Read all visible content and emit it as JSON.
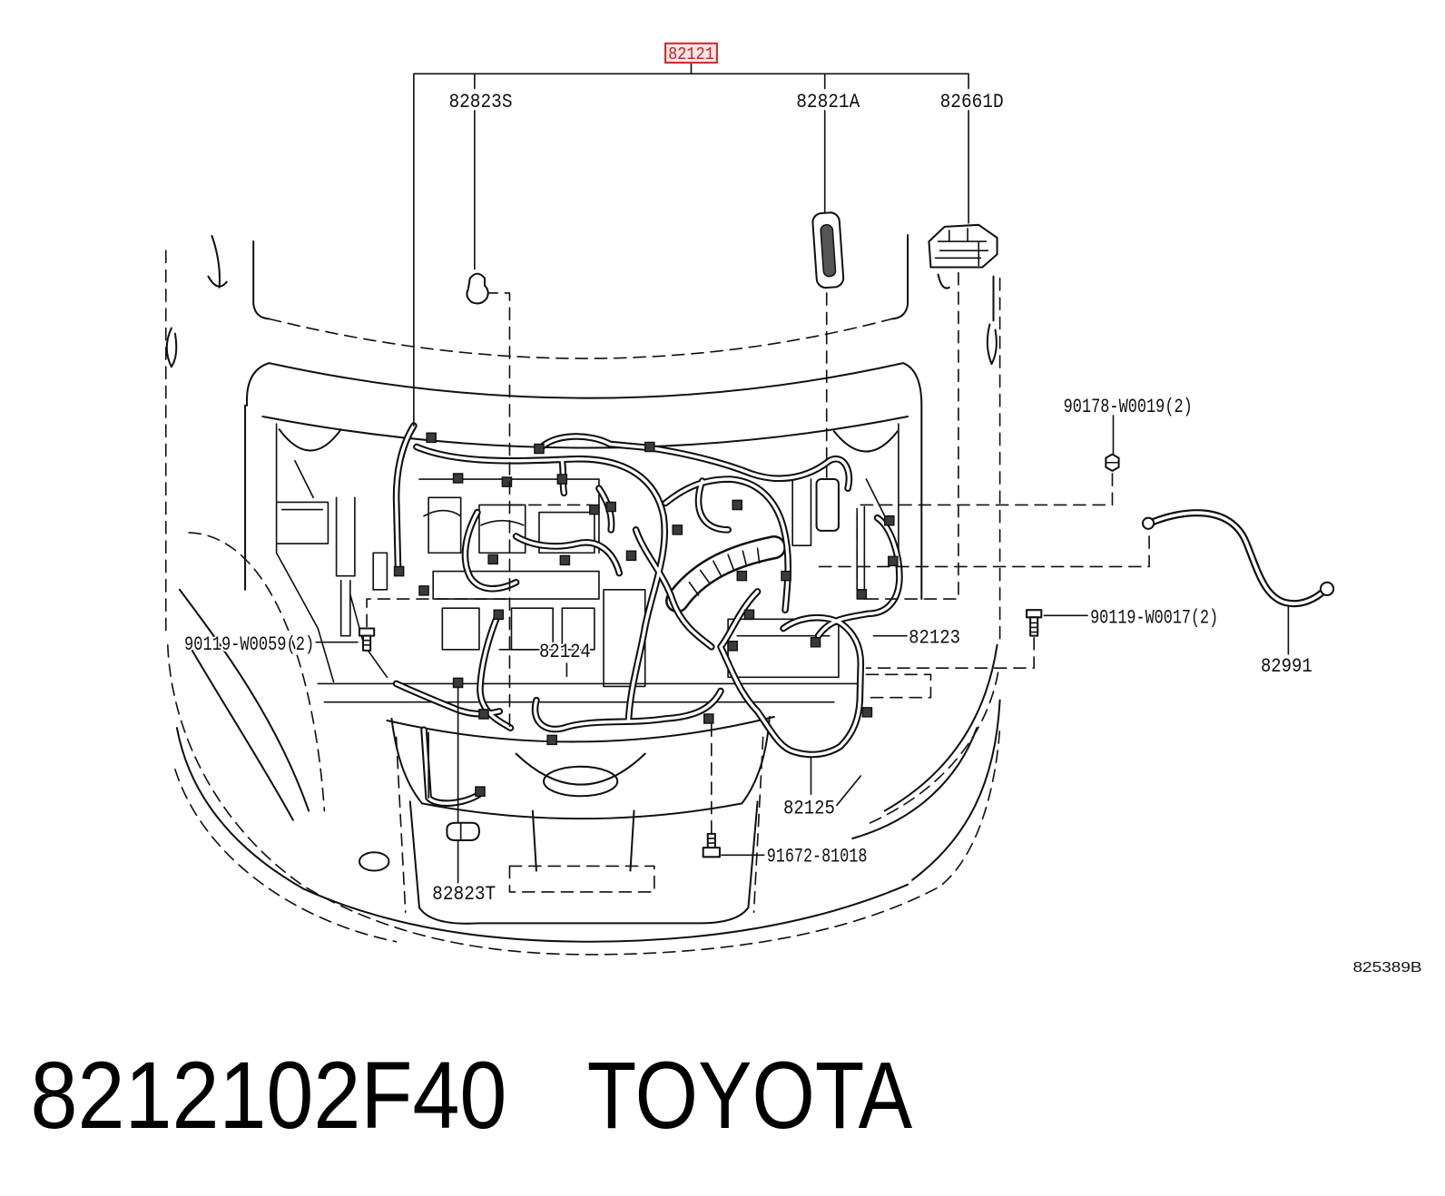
{
  "diagram": {
    "callouts": [
      "82121",
      "82823S",
      "82821A",
      "82661D",
      "90178-W0019(2)",
      "90119-W0017(2)",
      "82991",
      "90119-W0059(2)",
      "82124",
      "82123",
      "82125",
      "91672-81018",
      "82823T"
    ],
    "figure_code": "825389B"
  },
  "caption": {
    "part_number": "8212102F40",
    "brand": "TOYOTA"
  },
  "colors": {
    "highlight": "#cc2a2a",
    "highlight_fill": "#fbe3e3",
    "line": "#111111",
    "background": "#ffffff"
  }
}
